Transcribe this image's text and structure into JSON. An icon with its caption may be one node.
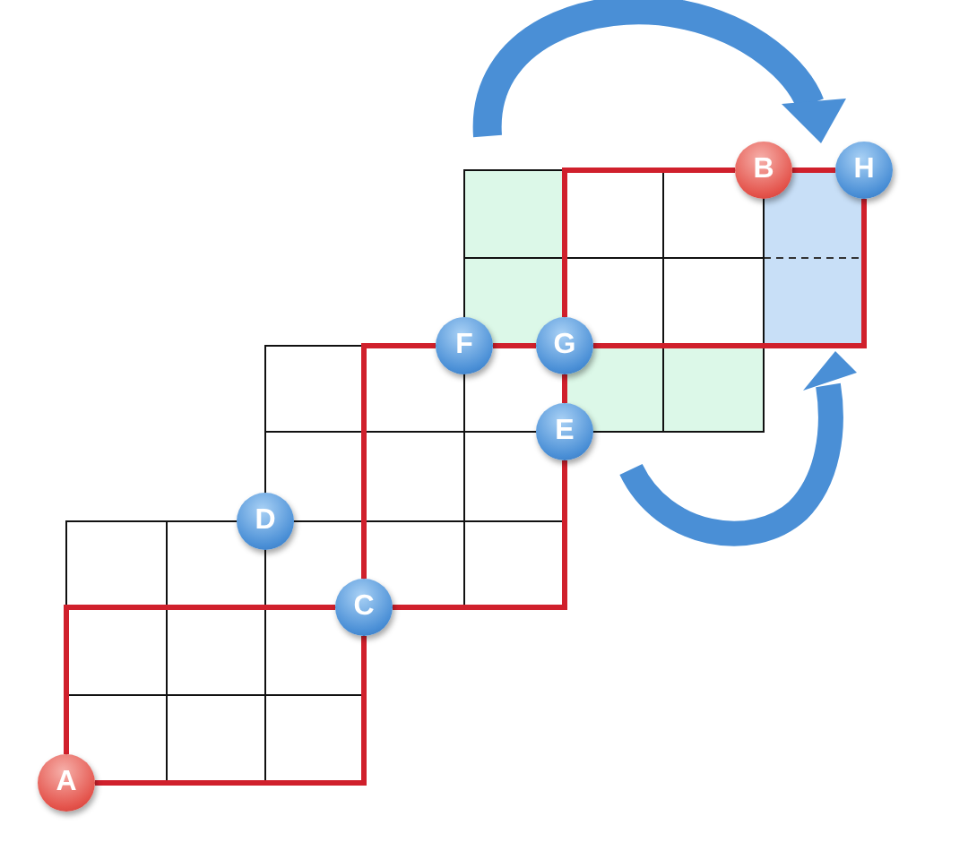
{
  "diagram": {
    "nodes": [
      {
        "text": [
          "B"
        ]
      },
      {
        "text": [
          "H"
        ]
      },
      {
        "text": [
          "F"
        ]
      },
      {
        "text": [
          "G"
        ]
      },
      {
        "text": [
          "E"
        ]
      },
      {
        "text": [
          "D"
        ]
      },
      {
        "text": [
          "C"
        ]
      },
      {
        "text": [
          "A"
        ]
      }
    ],
    "edges": [
      {
        "from": 7,
        "to": 6,
        "arrow": "none"
      },
      {
        "from": 7,
        "to": 6,
        "arrow": "none"
      },
      {
        "from": 6,
        "to": 4,
        "arrow": "none"
      },
      {
        "from": 4,
        "to": 3,
        "arrow": "none"
      },
      {
        "from": 6,
        "to": 2,
        "arrow": "none"
      },
      {
        "from": 2,
        "to": 3,
        "arrow": "none"
      },
      {
        "from": 3,
        "to": 0,
        "arrow": "none"
      },
      {
        "from": 0,
        "to": 1,
        "arrow": "none"
      },
      {
        "from": 1,
        "to": 3,
        "arrow": "none"
      }
    ]
  }
}
